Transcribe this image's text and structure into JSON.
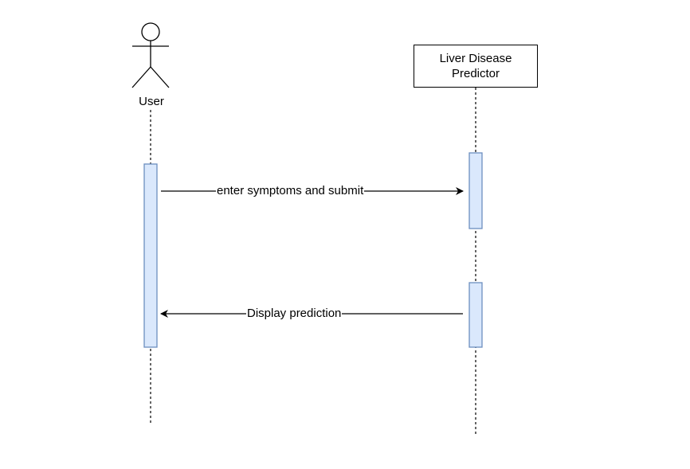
{
  "actor": {
    "name": "User"
  },
  "participant": {
    "line1": "Liver Disease",
    "line2": "Predictor"
  },
  "messages": [
    {
      "label": "enter symptoms and submit",
      "from": "User",
      "to": "Liver Disease Predictor"
    },
    {
      "label": "Display prediction",
      "from": "Liver Disease Predictor",
      "to": "User"
    }
  ],
  "colors": {
    "activation_fill": "#dae8fc",
    "activation_stroke": "#6c8ebf",
    "line": "#000000"
  }
}
